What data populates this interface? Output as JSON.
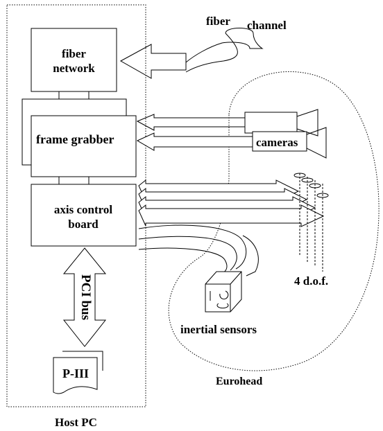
{
  "labels": {
    "fiber_network_line1": "fiber",
    "fiber_network_line2": "network",
    "fiber_channel_1": "fiber",
    "fiber_channel_2": "channel",
    "frame_grabber": "frame grabber",
    "cameras": "cameras",
    "axis_control_line1": "axis control",
    "axis_control_line2": "board",
    "pci_bus": "PCI bus",
    "p3": "P-III",
    "dof": "4 d.o.f.",
    "inertial_sensors": "inertial sensors",
    "eurohead": "Eurohead",
    "host_pc": "Host PC"
  }
}
